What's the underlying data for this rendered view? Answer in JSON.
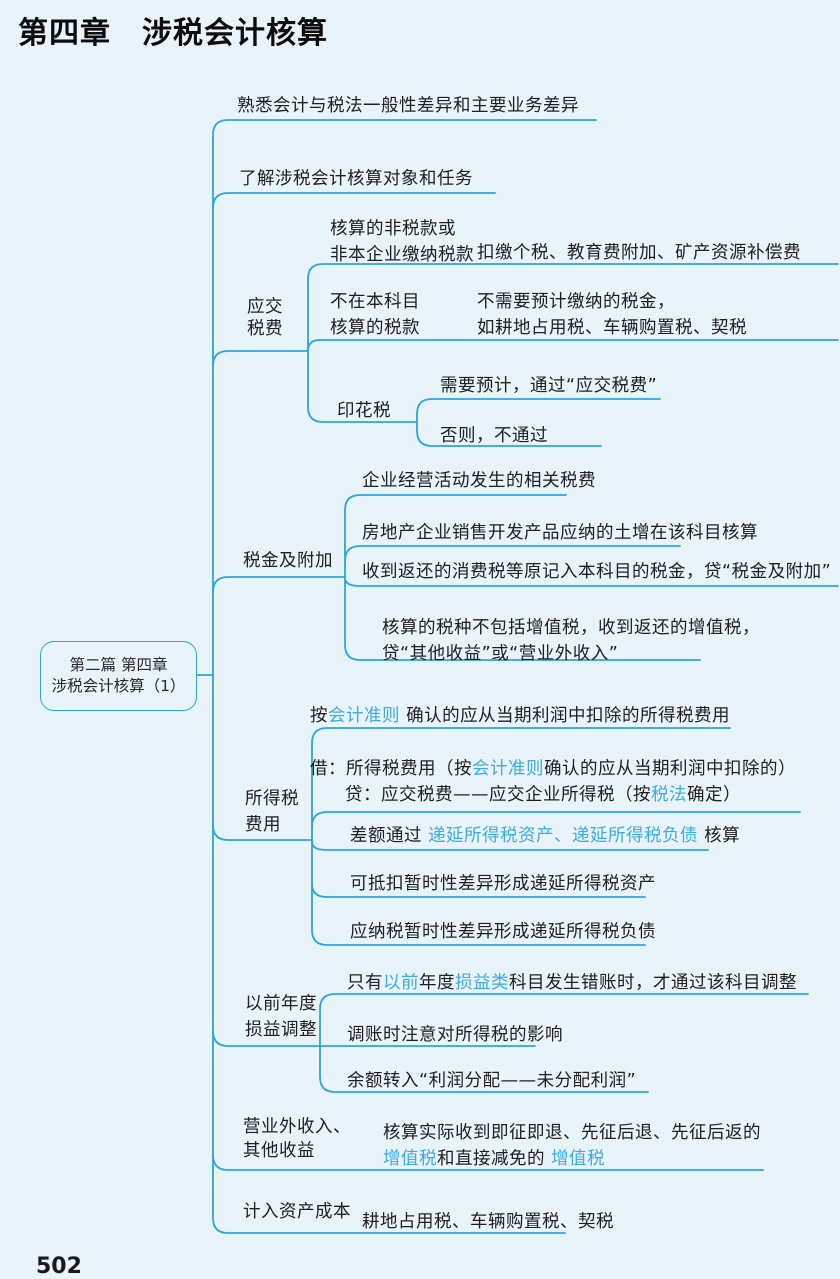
{
  "page": {
    "title": "第四章　涉税会计核算",
    "page_number": "502"
  },
  "colors": {
    "background": "#e8f3fa",
    "line": "#2aa5e1",
    "text": "#202020",
    "highlight": "#3dace5"
  },
  "root": {
    "l1": "第二篇 第四章",
    "l2": "涉税会计核算（1）"
  },
  "nodes": {
    "b1": {
      "text": "熟悉会计与税法一般性差异和主要业务差异"
    },
    "b2": {
      "text": "了解涉税会计核算对象和任务"
    },
    "yingjiao": {
      "l1": "应交",
      "l2": "税费"
    },
    "c1": {
      "l1": "核算的非税款或",
      "l2": "非本企业缴纳税款"
    },
    "c1_leaf": {
      "text": "扣缴个税、教育费附加、矿产资源补偿费"
    },
    "c2": {
      "l1": "不在本科目",
      "l2": "核算的税款"
    },
    "c2_leaf": {
      "l1": "不需要预计缴纳的税金，",
      "l2": "如耕地占用税、车辆购置税、契税"
    },
    "yinhua": {
      "text": "印花税"
    },
    "yinhua_leaf1": {
      "text": "需要预计，通过“应交税费”"
    },
    "yinhua_leaf2": {
      "text": "否则，不通过"
    },
    "shuijin": {
      "text": "税金及附加"
    },
    "d1": {
      "text": "企业经营活动发生的相关税费"
    },
    "d2": {
      "text": "房地产企业销售开发产品应纳的土增在该科目核算"
    },
    "d3": {
      "text": "收到返还的消费税等原记入本科目的税金，贷“税金及附加”"
    },
    "d4": {
      "l1": "核算的税种不包括增值税，收到返还的增值税，",
      "l2": "贷“其他收益”或“营业外收入”"
    },
    "suodeshui": {
      "l1": "所得税",
      "l2": "费用"
    },
    "e1": {
      "s1": "按",
      "s2": "会计准则",
      "s3": " 确认的应从当期利润中扣除的所得税费用"
    },
    "e2": {
      "l1s1": "借：所得税费用（按",
      "l1s2": "会计准则",
      "l1s3": "确认的应从当期利润中扣除的）",
      "l2s1": "贷：应交税费——应交企业所得税（按",
      "l2s2": "税法",
      "l2s3": "确定）"
    },
    "e3": {
      "s1": "差额通过 ",
      "s2": "递延所得税资产、递延所得税负债",
      "s3": " 核算"
    },
    "e4": {
      "text": "可抵扣暂时性差异形成递延所得税资产"
    },
    "e5": {
      "text": "应纳税暂时性差异形成递延所得税负债"
    },
    "yiqian": {
      "l1": "以前年度",
      "l2": "损益调整"
    },
    "f1": {
      "s1": "只有",
      "s2": "以前",
      "s3": "年度",
      "s4": "损益类",
      "s5": "科目发生错账时，才通过该科目调整"
    },
    "f2": {
      "text": "调账时注意对所得税的影响"
    },
    "f3": {
      "text": "余额转入“利润分配——未分配利润”"
    },
    "yingyewai": {
      "l1": "营业外收入、",
      "l2": "其他收益"
    },
    "g1": {
      "l1": "核算实际收到即征即退、先征后退、先征后返的",
      "l2s1": "增值税",
      "l2s2": "和直接减免的 ",
      "l2s3": "增值税"
    },
    "jiru": {
      "text": "计入资产成本"
    },
    "h1": {
      "text": "耕地占用税、车辆购置税、契税"
    }
  }
}
